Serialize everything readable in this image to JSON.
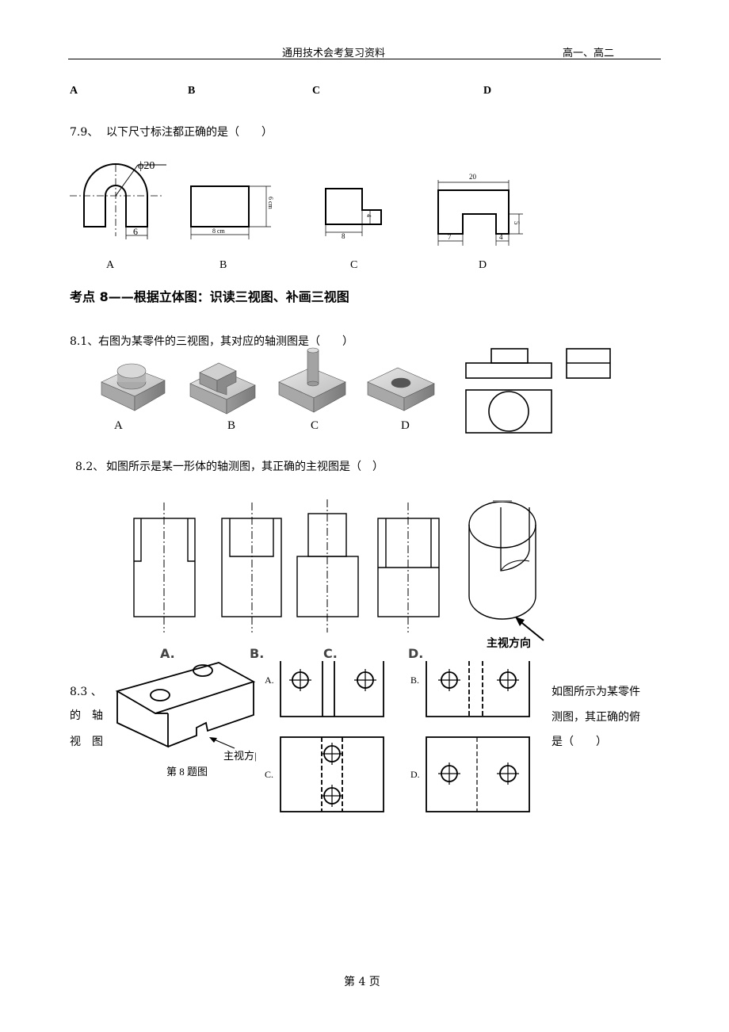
{
  "header": {
    "title": "通用技术会考复习资料",
    "grade": "高一、高二"
  },
  "prev_options": [
    "A",
    "B",
    "C",
    "D"
  ],
  "q79": {
    "number": "7.9、",
    "text": "以下尺寸标注都正确的是（　　）",
    "dims": {
      "a_dia": "ϕ20",
      "a_width": "6",
      "b_height": "6 cm",
      "b_width": "8 cm",
      "c_height": "4",
      "c_width": "8",
      "d_top": "20",
      "d_left": "7",
      "d_right": "4",
      "d_height": "5"
    },
    "labels": [
      "A",
      "B",
      "C",
      "D"
    ]
  },
  "section8": {
    "title": "考点 8——根据立体图：识读三视图、补画三视图"
  },
  "q81": {
    "number": "8.1、",
    "text": "右图为某零件的三视图，其对应的轴测图是（　　）",
    "labels": [
      "A",
      "B",
      "C",
      "D"
    ]
  },
  "q82": {
    "number": "8.2、",
    "text": "如图所示是某一形体的轴测图，其正确的主视图是（　）",
    "labels": [
      "A.",
      "B.",
      "C.",
      "D."
    ],
    "direction": "主视方向"
  },
  "q83": {
    "number": "8.3 、",
    "left_lines": [
      "的　轴",
      "视　图"
    ],
    "right_lines": [
      "如图所示为某零件",
      "测图，其正确的俯",
      "是（　　）"
    ],
    "direction": "主视方|",
    "caption": "第 8 题图",
    "option_labels": [
      "A.",
      "B.",
      "C.",
      "D."
    ]
  },
  "footer": {
    "page": "第 4 页"
  }
}
